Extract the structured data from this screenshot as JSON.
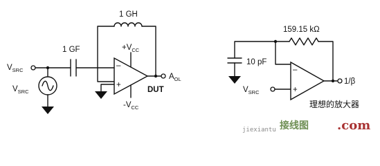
{
  "left_circuit": {
    "feedback_inductor": "1 GH",
    "input_capacitor": "1 GF",
    "source_input": {
      "main": "V",
      "sub": "SRC"
    },
    "source_symbol": {
      "main": "V",
      "sub": "SRC"
    },
    "supply_positive": {
      "main": "+V",
      "sub": "CC"
    },
    "supply_negative": {
      "main": "-V",
      "sub": "CC"
    },
    "dut_label": "DUT",
    "output": {
      "main": "A",
      "sub": "OL"
    },
    "inv_sign": "–",
    "noninv_sign": "+"
  },
  "right_circuit": {
    "feedback_resistor": "159.15 kΩ",
    "capacitor": "10 pF",
    "source_input": {
      "main": "V",
      "sub": "SRC"
    },
    "output_label": "1/β",
    "inv_sign": "–",
    "noninv_sign": "+",
    "caption": "理想的放大器"
  },
  "watermark": {
    "line1": "jiexiantu",
    "line2": "接线图",
    "line3": ".com"
  }
}
